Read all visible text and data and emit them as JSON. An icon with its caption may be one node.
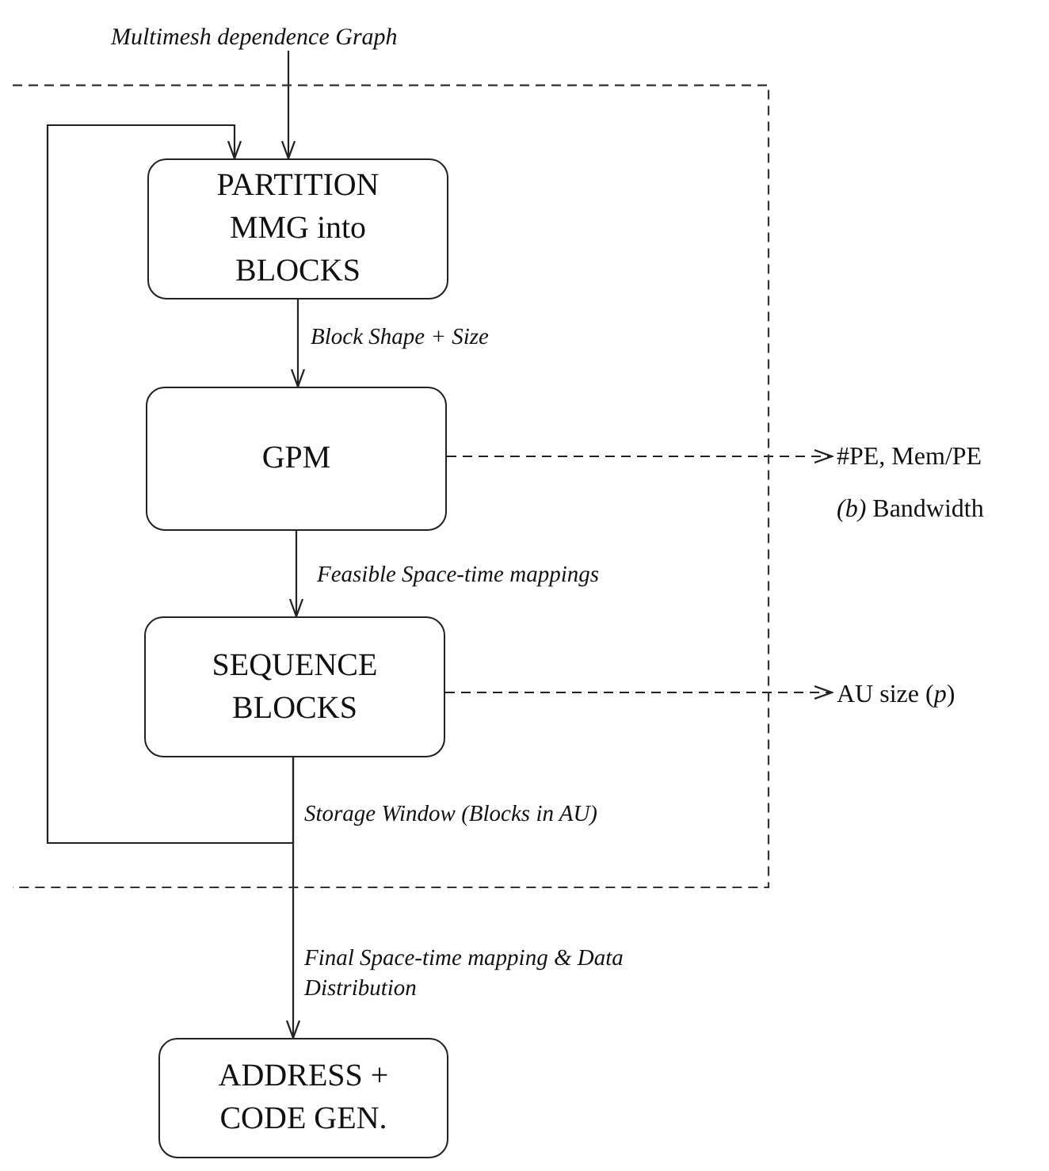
{
  "diagram": {
    "nodes": [
      {
        "text": [
          "Multimesh dependence Graph"
        ]
      },
      {
        "text": [],
        "shape": "box"
      },
      {
        "text": [
          "PARTITION MMG into BLOCKS"
        ],
        "in": 1
      },
      {
        "text": [
          "GPM"
        ],
        "in": 1
      },
      {
        "text": [
          "SEQUENCE BLOCKS"
        ],
        "in": 1
      },
      {
        "text": [
          "#PE, Mem/PE *(b)* Bandwidth"
        ]
      },
      {
        "text": [
          "AU size (*p*)"
        ]
      },
      {
        "text": [
          "ADDRESS + CODE GEN."
        ]
      }
    ],
    "edges": [
      {
        "from": 0,
        "to": 2,
        "arrow": "to"
      },
      {
        "from": 2,
        "to": 3,
        "arrow": "to",
        "label": "Block Shape + Size"
      },
      {
        "from": 3,
        "to": 4,
        "arrow": "to",
        "label": "Feasible Space-time mappings"
      },
      {
        "from": 4,
        "to": 2,
        "arrow": "to",
        "label": "Storage Window (Blocks in AU)"
      },
      {
        "from": 4,
        "to": 7,
        "arrow": "to",
        "label": "Final Space-time mapping & Data Distribution"
      },
      {
        "from": 3,
        "to": 5,
        "arrow": "to",
        "style": "dashed"
      },
      {
        "from": 4,
        "to": 6,
        "arrow": "to",
        "style": "dashed"
      }
    ]
  }
}
